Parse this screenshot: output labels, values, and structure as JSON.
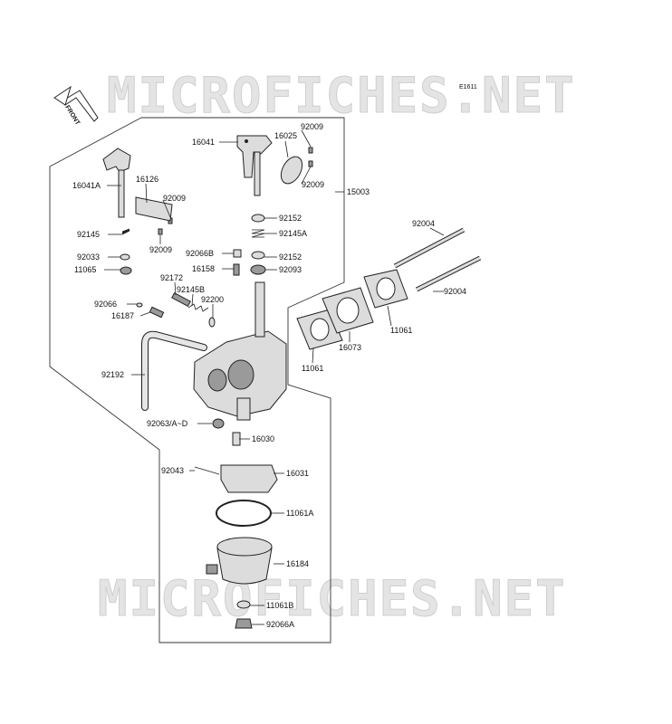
{
  "diagram_code": "E1611",
  "front_label": "FRONT",
  "watermarks": [
    "MICROFICHES.NET",
    "MICROFICHES.NET"
  ],
  "parts": [
    {
      "id": "p-92009-a",
      "text": "92009"
    },
    {
      "id": "p-16041",
      "text": "16041"
    },
    {
      "id": "p-16025",
      "text": "16025"
    },
    {
      "id": "p-92009-b",
      "text": "92009"
    },
    {
      "id": "p-15003",
      "text": "15003"
    },
    {
      "id": "p-16041a",
      "text": "16041A"
    },
    {
      "id": "p-16126",
      "text": "16126"
    },
    {
      "id": "p-92009-c",
      "text": "92009"
    },
    {
      "id": "p-92152-a",
      "text": "92152"
    },
    {
      "id": "p-92145",
      "text": "92145"
    },
    {
      "id": "p-92009-d",
      "text": "92009"
    },
    {
      "id": "p-92145a",
      "text": "92145A"
    },
    {
      "id": "p-92066b",
      "text": "92066B"
    },
    {
      "id": "p-92033",
      "text": "92033"
    },
    {
      "id": "p-92152-b",
      "text": "92152"
    },
    {
      "id": "p-11065",
      "text": "11065"
    },
    {
      "id": "p-16158",
      "text": "16158"
    },
    {
      "id": "p-92093",
      "text": "92093"
    },
    {
      "id": "p-92172",
      "text": "92172"
    },
    {
      "id": "p-92145b",
      "text": "92145B"
    },
    {
      "id": "p-92200",
      "text": "92200"
    },
    {
      "id": "p-92066",
      "text": "92066"
    },
    {
      "id": "p-16187",
      "text": "16187"
    },
    {
      "id": "p-92004-a",
      "text": "92004"
    },
    {
      "id": "p-92004-b",
      "text": "92004"
    },
    {
      "id": "p-11061-a",
      "text": "11061"
    },
    {
      "id": "p-16073",
      "text": "16073"
    },
    {
      "id": "p-11061-b",
      "text": "11061"
    },
    {
      "id": "p-92192",
      "text": "92192"
    },
    {
      "id": "p-92063",
      "text": "92063/A~D"
    },
    {
      "id": "p-16030",
      "text": "16030"
    },
    {
      "id": "p-92043",
      "text": "92043"
    },
    {
      "id": "p-16031",
      "text": "16031"
    },
    {
      "id": "p-11061a",
      "text": "11061A"
    },
    {
      "id": "p-16184",
      "text": "16184"
    },
    {
      "id": "p-11061b",
      "text": "11061B"
    },
    {
      "id": "p-92066a",
      "text": "92066A"
    }
  ]
}
